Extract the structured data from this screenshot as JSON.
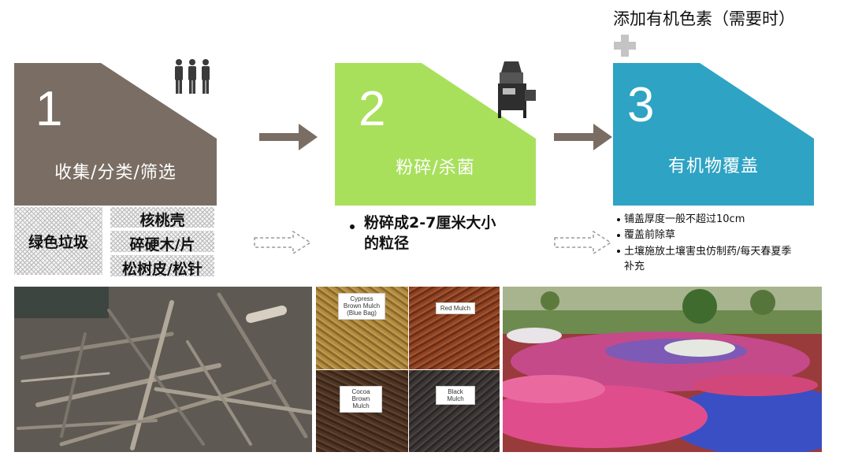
{
  "top_note": "添加有机色素（需要时）",
  "steps": [
    {
      "num": "1",
      "label": "收集/分类/筛选",
      "color": "#7a6e64",
      "icon": "people-icon"
    },
    {
      "num": "2",
      "label": "粉碎/杀菌",
      "color": "#a8e05c",
      "icon": "crusher-machine-icon"
    },
    {
      "num": "3",
      "label": "有机物覆盖",
      "color": "#2ea3c4",
      "icon": "plus-icon"
    }
  ],
  "step1_tags": {
    "left": "绿色垃圾",
    "right": [
      "核桃壳",
      "碎硬木/片",
      "松树皮/松针"
    ]
  },
  "step2_bullets": [
    "粉碎成2-7厘米大小的粒径"
  ],
  "step3_bullets": [
    "铺盖厚度一般不超过10cm",
    "覆盖前除草",
    "土壤施放土壤害虫仿制药/每天春夏季补充"
  ],
  "mulch_samples": [
    {
      "name": "Cypress Brown Mulch",
      "sub": "(Blue Bag)"
    },
    {
      "name": "Red Mulch",
      "sub": ""
    },
    {
      "name": "Cocoa Brown Mulch",
      "sub": ""
    },
    {
      "name": "Black Mulch",
      "sub": ""
    }
  ],
  "colors": {
    "arrow": "#7a6e64",
    "dashed_arrow": "#9a9a9a",
    "plus": "#c4c4c4"
  }
}
